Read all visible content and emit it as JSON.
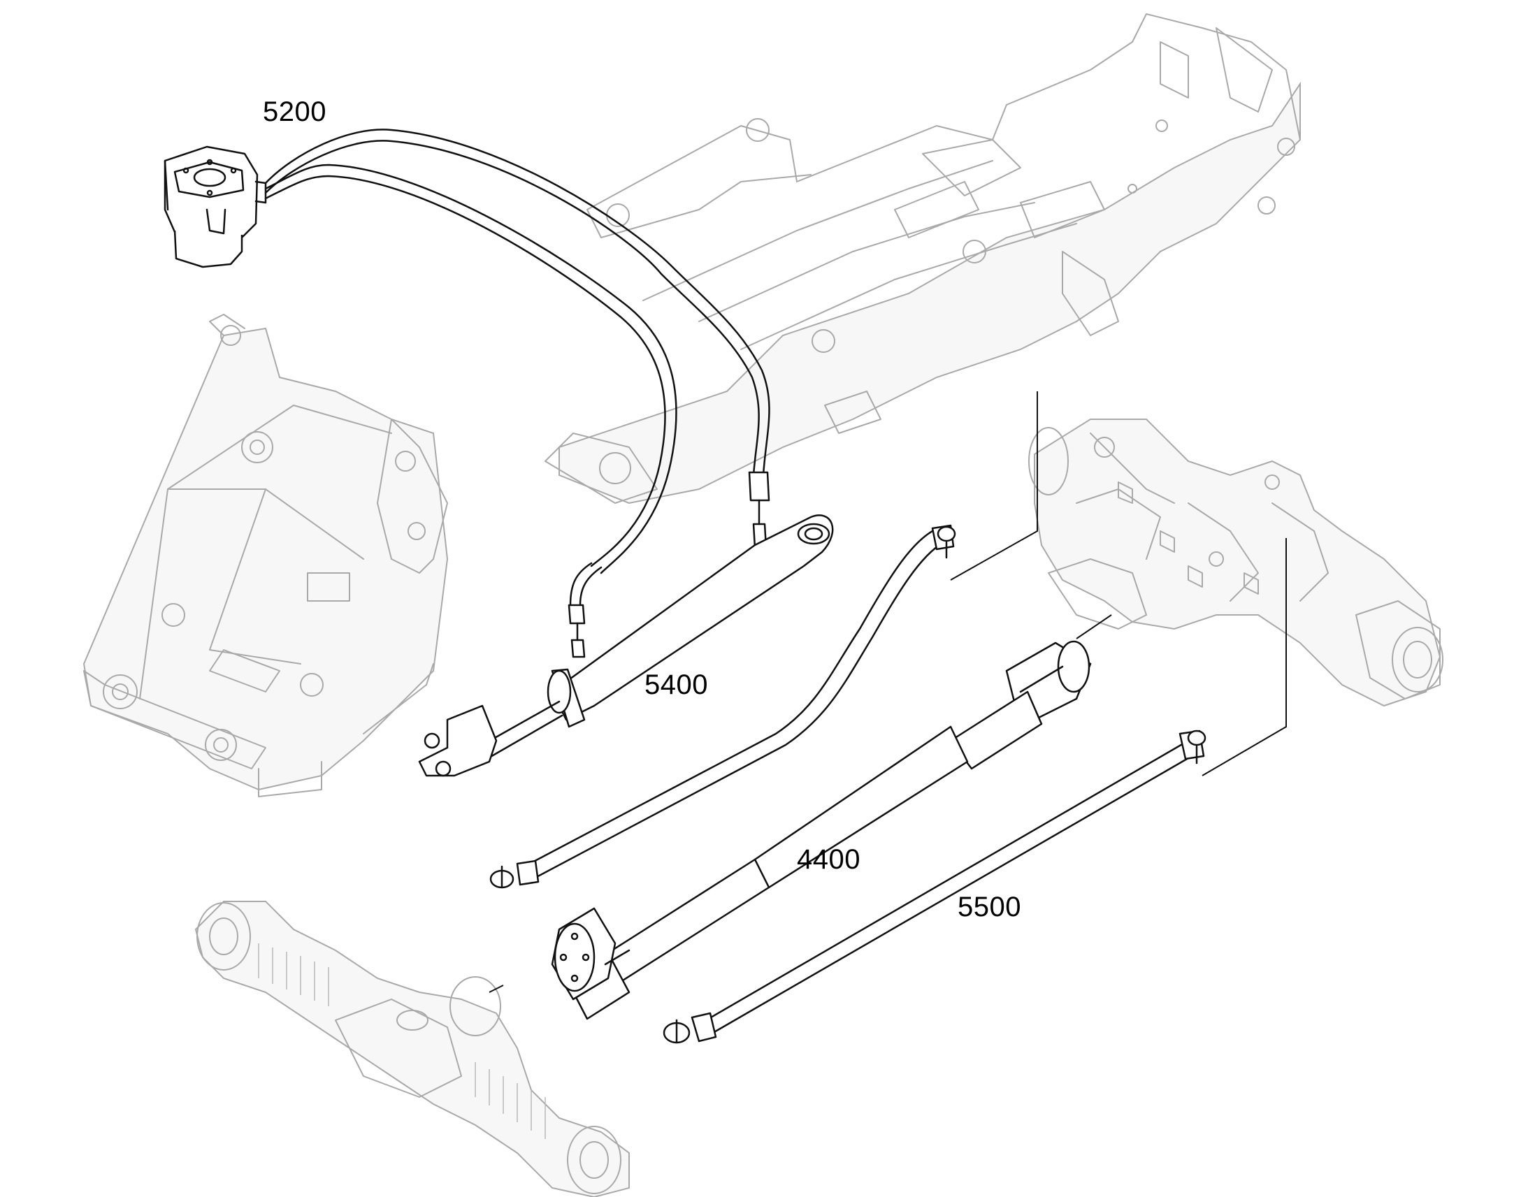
{
  "labels": {
    "steering_unit_hoses": "5200",
    "steering_cylinder": "5400",
    "drive_shaft": "4400",
    "tie_rod": "5500"
  },
  "colors": {
    "ink": "#111111",
    "ghost": "#a9a9a9",
    "background": "#ffffff"
  }
}
